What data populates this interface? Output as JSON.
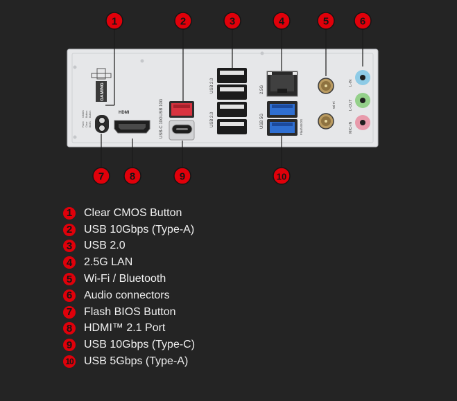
{
  "callouts": [
    {
      "num": "1"
    },
    {
      "num": "2"
    },
    {
      "num": "3"
    },
    {
      "num": "4"
    },
    {
      "num": "5"
    },
    {
      "num": "6"
    },
    {
      "num": "7"
    },
    {
      "num": "8"
    },
    {
      "num": "9"
    },
    {
      "num": "10"
    }
  ],
  "panel_labels": {
    "gaming": "GAMING",
    "usb_10g_a": "USB 10G",
    "usb_c_10g": "USB-C 10G",
    "usb20_top": "USB 2.0",
    "usb20_bottom": "USB 2.0",
    "lan_25g": "2.5G",
    "usb_5g": "USB 5G",
    "flash_bios": "Flash BIOS",
    "wifi": "Wi-Fi",
    "audio_top": "L-IN",
    "audio_mid": "L-OUT",
    "audio_bottom": "MIC-IN",
    "hdmi": "HDMI",
    "cmos_labels": [
      "Flash",
      "Clear",
      "BIOS",
      "CMOS",
      "Button",
      "Button"
    ]
  },
  "legend": [
    {
      "num": "1",
      "label": "Clear CMOS Button"
    },
    {
      "num": "2",
      "label": "USB 10Gbps (Type-A)"
    },
    {
      "num": "3",
      "label": "USB 2.0"
    },
    {
      "num": "4",
      "label": "2.5G LAN"
    },
    {
      "num": "5",
      "label": "Wi-Fi / Bluetooth"
    },
    {
      "num": "6",
      "label": "Audio connectors"
    },
    {
      "num": "7",
      "label": "Flash BIOS Button"
    },
    {
      "num": "8",
      "label": "HDMI™ 2.1 Port"
    },
    {
      "num": "9",
      "label": "USB 10Gbps (Type-C)"
    },
    {
      "num": "10",
      "label": "USB 5Gbps (Type-A)"
    }
  ],
  "colors": {
    "background": "#242424",
    "callout_red": "#e0000a",
    "panel": "#e6e7e9",
    "usb3_blue": "#2f6fd1",
    "usb10g_red": "#d8333f",
    "audio_blue": "#8ecbe6",
    "audio_green": "#94d08a",
    "audio_pink": "#e89aab"
  }
}
